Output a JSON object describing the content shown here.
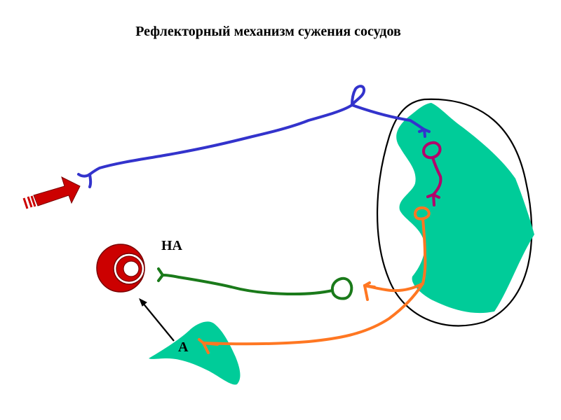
{
  "title": "Рефлекторный механизм сужения сосудов",
  "labels": {
    "noradrenaline": "НА",
    "adrenaline": "А"
  },
  "colors": {
    "cord_fill": "#00cc99",
    "gland_fill": "#00cc99",
    "afferent_neuron": "#3333cc",
    "interneuron": "#b3006b",
    "preganglionic_neuron": "#ff7722",
    "postganglionic_neuron": "#1a7a1a",
    "vessel": "#cc0000",
    "stimulus_arrow": "#cc0000",
    "outline": "#000000"
  },
  "icons": {
    "stimulus": "stimulus-arrow-icon",
    "vessel": "blood-vessel-icon",
    "gland": "adrenal-gland-icon"
  }
}
